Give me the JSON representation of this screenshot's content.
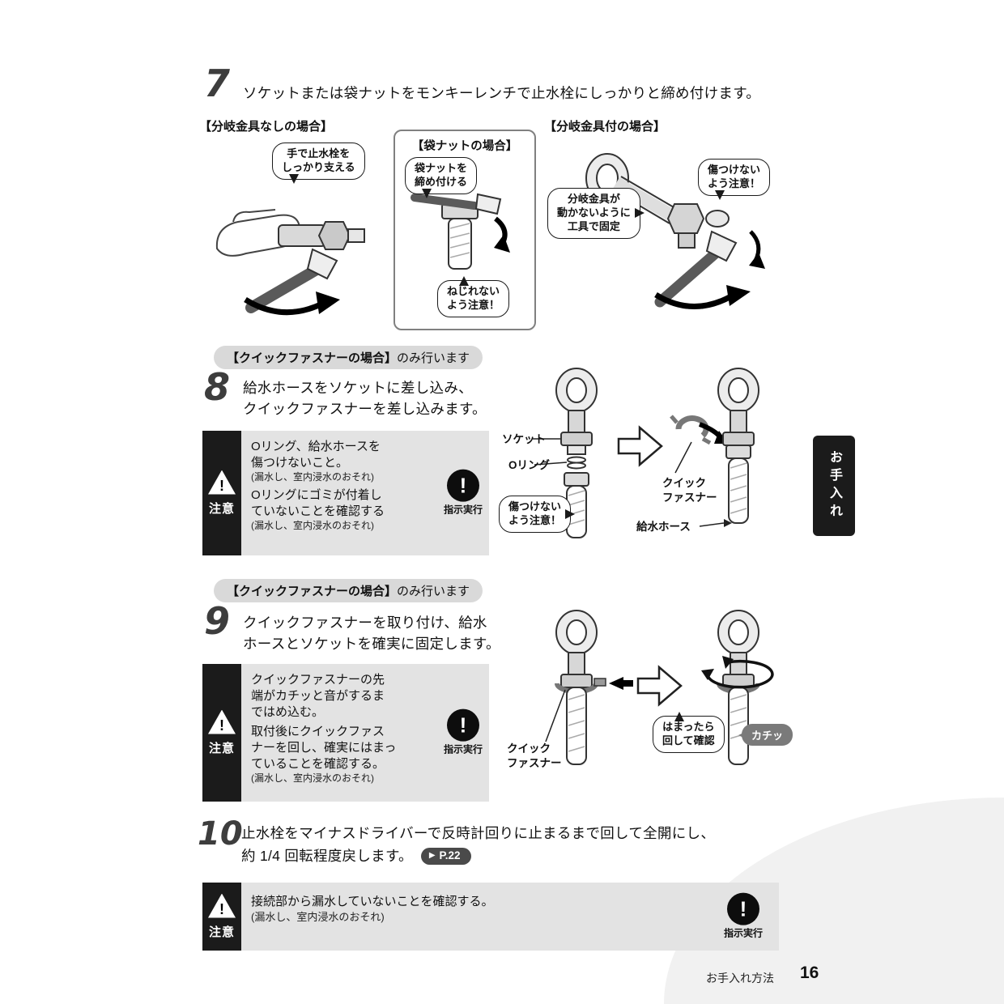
{
  "page": {
    "side_tab": "お手入れ",
    "footer_label": "お手入れ方法",
    "page_number": "16"
  },
  "labels": {
    "caution": "注意",
    "do_instruction": "指示実行"
  },
  "icons": {
    "warning_mark": "!",
    "instruction_mark": "!",
    "page_link_arrow": "▶"
  },
  "step7": {
    "number": "7",
    "text": "ソケットまたは袋ナットをモンキーレンチで止水栓にしっかりと締め付けます。",
    "case_left": "【分岐金具なしの場合】",
    "case_mid": "【袋ナットの場合】",
    "case_right": "【分岐金具付の場合】",
    "bubbles": {
      "hold": "手で止水栓を\nしっかり支える",
      "nut": "袋ナットを\n締め付ける",
      "twist": "ねじれない\nよう注意！",
      "fix": "分岐金具が\n動かないように\n工具で固定",
      "scratch": "傷つけない\nよう注意！"
    }
  },
  "quick_tag": {
    "bold": "【クイックファスナーの場合】",
    "rest": "のみ行います"
  },
  "step8": {
    "number": "8",
    "text": "給水ホースをソケットに差し込み、\nクイックファスナーを差し込みます。",
    "caution": [
      {
        "text": "Oリング、給水ホースを\n傷つけないこと。",
        "note": "(漏水し、室内浸水のおそれ)"
      },
      {
        "text": "Oリングにゴミが付着し\nていないことを確認する",
        "note": "(漏水し、室内浸水のおそれ)"
      }
    ],
    "labels": {
      "socket": "ソケット",
      "oring": "Oリング",
      "scratch": "傷つけない\nよう注意！",
      "fastener": "クイック\nファスナー",
      "hose": "給水ホース"
    }
  },
  "step9": {
    "number": "9",
    "text": "クイックファスナーを取り付け、給水\nホースとソケットを確実に固定します。",
    "caution": [
      {
        "text": "クイックファスナーの先\n端がカチッと音がするま\nではめ込む。",
        "note": ""
      },
      {
        "text": "取付後にクイックファス\nナーを回し、確実にはまっ\nていることを確認する。",
        "note": "(漏水し、室内浸水のおそれ)"
      }
    ],
    "labels": {
      "fastener": "クイック\nファスナー",
      "check": "はまったら\n回して確認",
      "click": "カチッ"
    }
  },
  "step10": {
    "number": "10",
    "line1": "止水栓をマイナスドライバーで反時計回りに止まるまで回して全開にし、",
    "line2": "約 1/4 回転程度戻します。",
    "page_link": "P.22"
  },
  "bottom_caution": {
    "text": "接続部から漏水していないことを確認する。",
    "note": "(漏水し、室内浸水のおそれ)"
  }
}
